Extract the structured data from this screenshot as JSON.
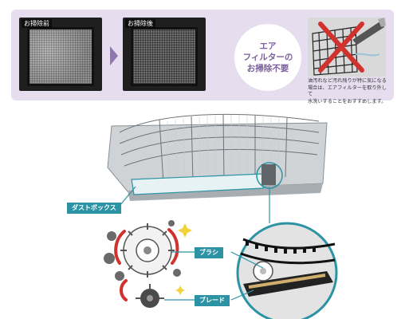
{
  "comparison": {
    "before_label": "お掃除前",
    "after_label": "お掃除後"
  },
  "badge": {
    "text": "エア\nフィルターの\nお掃除不要"
  },
  "note": {
    "text": "油汚れなど汚れ残りが特に気になる\n場合は、エアフィルターを取り外して\n水洗いすることをおすすめします。"
  },
  "callouts": {
    "dust_box": "ダストボックス",
    "brush": "ブラシ",
    "blade": "ブレード"
  },
  "colors": {
    "panel_bg": "#e6deee",
    "accent_purple": "#7a5e9c",
    "callout_teal": "#2b93a3",
    "cross_red": "#d0322d"
  }
}
